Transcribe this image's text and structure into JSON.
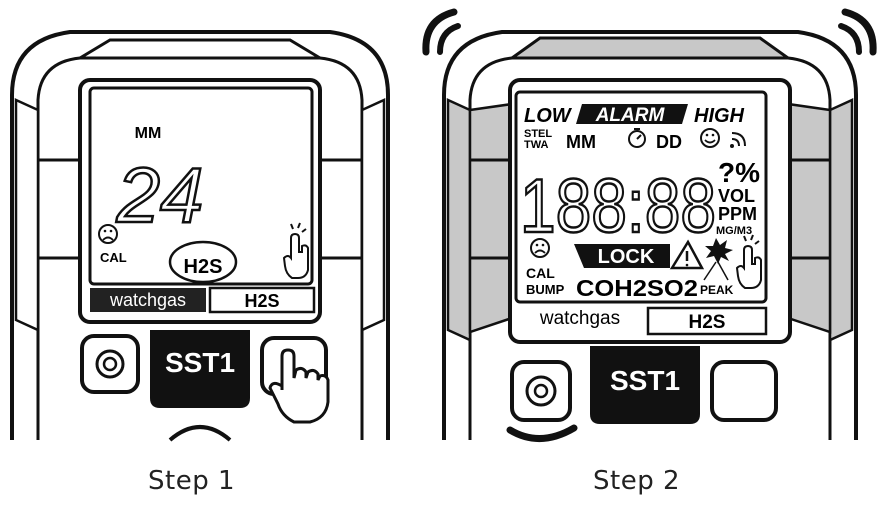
{
  "step1": {
    "caption": "Step 1",
    "unit": "MM",
    "reading": "24",
    "cal": "CAL",
    "gas": "H2S",
    "brand": "watchgas",
    "label": "H2S",
    "model": "SST1"
  },
  "step2": {
    "caption": "Step 2",
    "low": "LOW",
    "alarm": "ALARM",
    "high": "HIGH",
    "stel": "STEL",
    "twa": "TWA",
    "mm": "MM",
    "dd": "DD",
    "digits": "188:88",
    "question_percent": "?%",
    "vol": "VOL",
    "ppm": "PPM",
    "mgm3": "MG/M3",
    "lock": "LOCK",
    "cal": "CAL",
    "bump": "BUMP",
    "gases": "COH2SO2",
    "peak": "PEAK",
    "brand": "watchgas",
    "label": "H2S",
    "model": "SST1"
  }
}
